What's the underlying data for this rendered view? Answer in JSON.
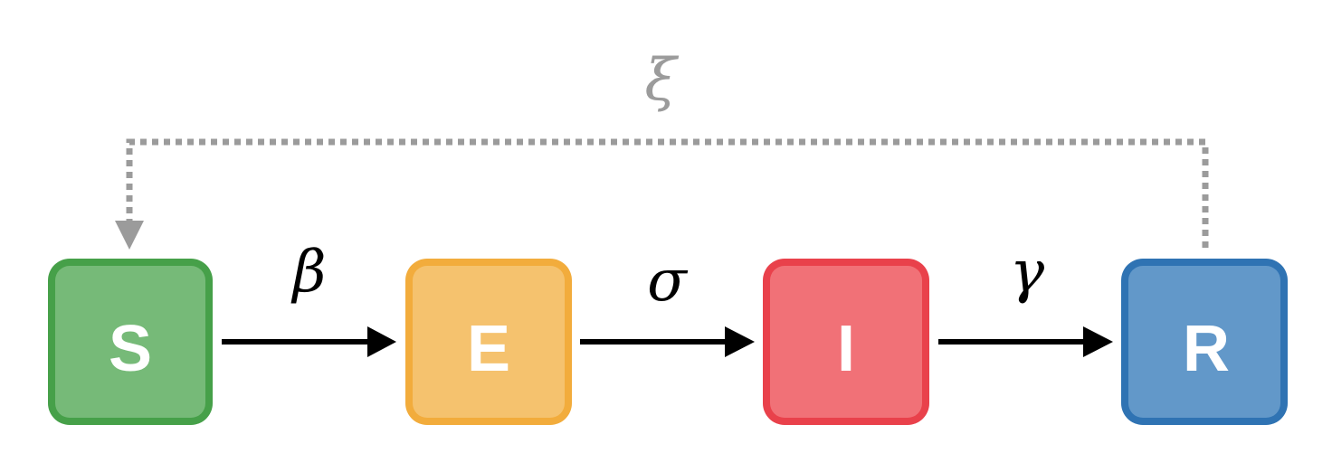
{
  "compartments": [
    {
      "label": "S",
      "fill": "#76ba78",
      "border": "#46a049"
    },
    {
      "label": "E",
      "fill": "#f5c26e",
      "border": "#f2ac3c"
    },
    {
      "label": "I",
      "fill": "#f17177",
      "border": "#e9414b"
    },
    {
      "label": "R",
      "fill": "#6298c9",
      "border": "#2f73b3"
    }
  ],
  "transitions": [
    {
      "from": "S",
      "to": "E",
      "label": "β"
    },
    {
      "from": "E",
      "to": "I",
      "label": "σ"
    },
    {
      "from": "I",
      "to": "R",
      "label": "γ"
    }
  ],
  "feedback": {
    "from": "R",
    "to": "S",
    "label": "ξ",
    "color": "#9b9b9b"
  },
  "colors": {
    "arrow": "#000000"
  }
}
